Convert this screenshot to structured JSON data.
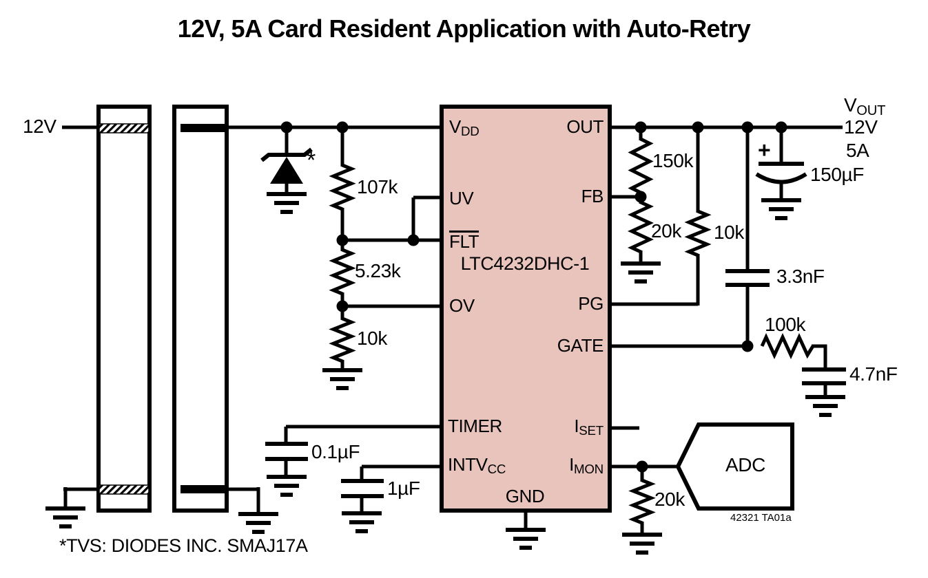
{
  "title": "12V, 5A Card Resident Application with Auto-Retry",
  "colors": {
    "ic_fill": "#e9c4bc",
    "ink": "#000000"
  },
  "input": {
    "label": "12V"
  },
  "output": {
    "v_base": "V",
    "v_sub": "OUT",
    "voltage": "12V",
    "current": "5A"
  },
  "ic": {
    "name": "LTC4232DHC-1",
    "pins": {
      "vdd_base": "V",
      "vdd_sub": "DD",
      "uv": "UV",
      "flt": "FLT",
      "ov": "OV",
      "timer": "TIMER",
      "intvcc_base": "INTV",
      "intvcc_sub": "CC",
      "gnd": "GND",
      "out": "OUT",
      "fb": "FB",
      "pg": "PG",
      "gate": "GATE",
      "iset_base": "I",
      "iset_sub": "SET",
      "imon_base": "I",
      "imon_sub": "MON"
    }
  },
  "components": {
    "tvs_marker": "*",
    "r_uv_top": "107k",
    "r_uv_mid": "5.23k",
    "r_uv_bottom": "10k",
    "c_timer": "0.1µF",
    "c_intvcc": "1µF",
    "r_fb_top": "150k",
    "r_fb_bottom": "20k",
    "r_pg": "10k",
    "c_comp": "3.3nF",
    "c_out_polarity": "+",
    "c_out": "150µF",
    "r_gate": "100k",
    "c_gate": "4.7nF",
    "r_imon": "20k"
  },
  "adc": {
    "label": "ADC"
  },
  "notes": {
    "tvs_note": "*TVS: DIODES INC. SMAJ17A",
    "figure_id": "42321 TA01a"
  }
}
